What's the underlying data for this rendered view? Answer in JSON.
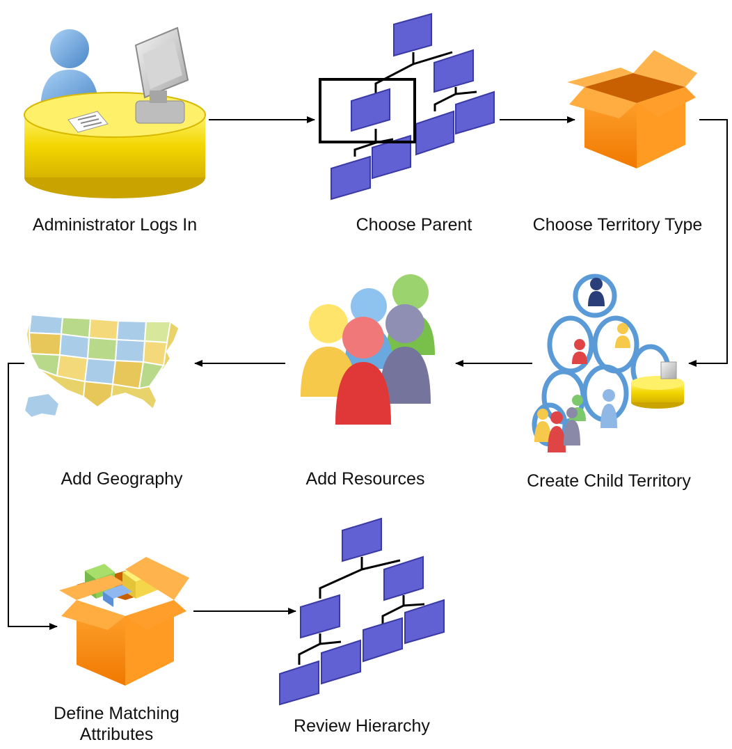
{
  "steps": [
    {
      "label": "Administrator Logs In",
      "icon": "administrator-workstation-icon"
    },
    {
      "label": "Choose Parent",
      "icon": "org-chart-selected-node-icon"
    },
    {
      "label": "Choose Territory Type",
      "icon": "open-box-icon"
    },
    {
      "label": "Create Child Territory",
      "icon": "territory-hierarchy-people-icon"
    },
    {
      "label": "Add Resources",
      "icon": "people-group-icon"
    },
    {
      "label": "Add Geography",
      "icon": "us-map-icon"
    },
    {
      "label": "Define Matching Attributes",
      "label_line1": "Define Matching",
      "label_line2": "Attributes",
      "icon": "box-with-blocks-icon"
    },
    {
      "label": "Review Hierarchy",
      "icon": "org-chart-icon"
    }
  ],
  "colors": {
    "org_block": "#6161d4",
    "org_block_side": "#3a3aa6",
    "box_orange": "#ff8c00",
    "desk_yellow": "#f5dc00",
    "person_blue": "#6aa8e0",
    "arrow": "#000000"
  }
}
